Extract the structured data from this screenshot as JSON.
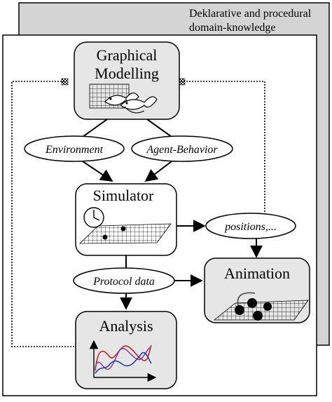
{
  "background_panel": {
    "line1": "Deklarative and procedural",
    "line2": "domain-knowledge"
  },
  "nodes": {
    "graphical_modelling": {
      "line1": "Graphical",
      "line2": "Modelling"
    },
    "simulator": {
      "label": "Simulator"
    },
    "animation": {
      "label": "Animation"
    },
    "analysis": {
      "label": "Analysis"
    }
  },
  "ellipses": {
    "environment": "Environment",
    "agent_behavior": "Agent-Behavior",
    "positions": "positions,...",
    "protocol_data": "Protocol data"
  },
  "colors": {
    "back_panel": "#d4d4d4",
    "box_fill": "#e6e6e6",
    "analysis_red": "#d02020",
    "analysis_blue": "#2a3fa0",
    "analysis_purple": "#7a3fa0"
  }
}
